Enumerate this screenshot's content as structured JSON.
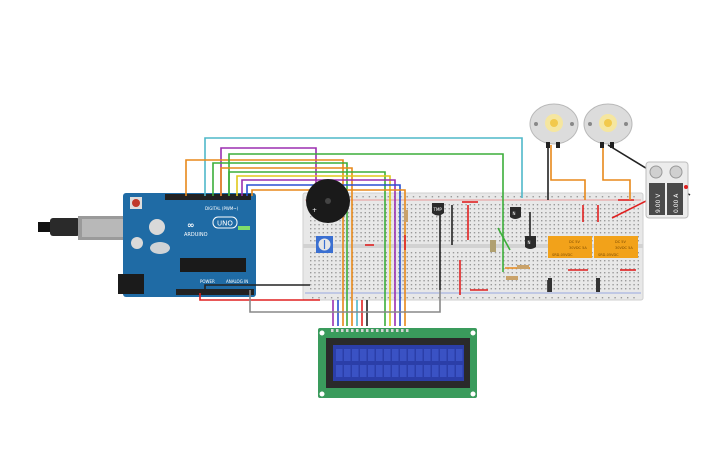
{
  "arduino": {
    "brand_label": "ARDUINO",
    "model_label": "UNO",
    "digital_label": "DIGITAL (PWM~)",
    "power_label": "POWER",
    "analog_label": "ANALOG IN"
  },
  "sensor": {
    "label": "TMP"
  },
  "relays": [
    {
      "text1": "DC 5V",
      "text2": "30VDC 5A",
      "text3": "SRD-05VDC"
    },
    {
      "text1": "DC 5V",
      "text2": "30VDC 5A",
      "text3": "SRD-05VDC"
    }
  ],
  "battery": {
    "top_label": "9.00 V",
    "bottom_label": "0.00 A"
  },
  "colors": {
    "arduino_board": "#1f6ba5",
    "breadboard": "#e8e8e8",
    "lcd_board": "#3a9b5c",
    "lcd_screen": "#2b3ea8",
    "relay": "#f2a21a",
    "wire_red": "#e02020",
    "wire_black": "#222222",
    "wire_orange": "#e8891a",
    "wire_green": "#3cae3a",
    "wire_purple": "#9b2fb0",
    "wire_cyan": "#4fb8c9",
    "wire_blue": "#2a4fd1",
    "wire_yellow": "#e0c81a",
    "wire_gray": "#888888"
  }
}
